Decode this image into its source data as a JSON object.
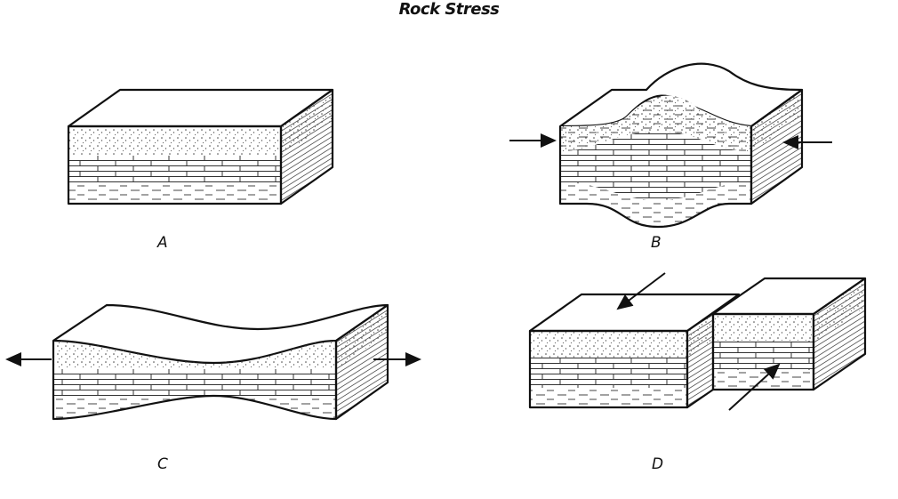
{
  "title": "Rock Stress",
  "panels": [
    {
      "id": "A",
      "label": "A",
      "description": "Undeformed horizontal rock layers",
      "stress": "none"
    },
    {
      "id": "B",
      "label": "B",
      "description": "Layers folded by opposing inward arrows",
      "stress": "compression"
    },
    {
      "id": "C",
      "label": "C",
      "description": "Layers thinned by opposing outward arrows",
      "stress": "tension"
    },
    {
      "id": "D",
      "label": "D",
      "description": "Block offset by arrows sliding past each other",
      "stress": "shear"
    }
  ],
  "layers": [
    "sandstone (dotted)",
    "limestone (brick)",
    "shale (dashed)"
  ],
  "colors": {
    "ink": "#111111",
    "background": "#ffffff"
  }
}
